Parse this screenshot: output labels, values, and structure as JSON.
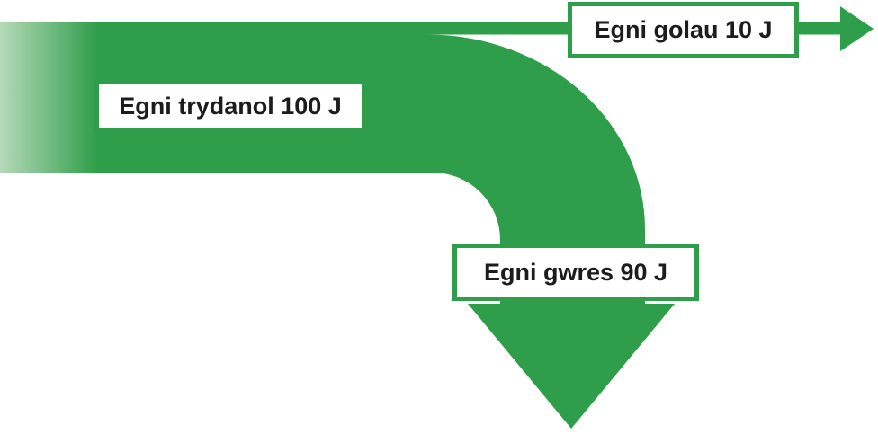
{
  "diagram": {
    "kind": "sankey-energy-transfer-diagram",
    "language": "Welsh",
    "colors": {
      "flow_green": "#2e9e4a",
      "flow_fade_light": "#b6d9b8",
      "label_border": "#2e9e4a",
      "label_background": "#ffffff",
      "label_text": "#1c1c1c",
      "page_background": "#ffffff"
    },
    "icons": {
      "arrow_right_icon": "right-pointing arrowhead (light energy output)",
      "arrow_down_icon": "down-pointing arrowhead (heat energy output)"
    }
  },
  "labels": {
    "input": "Egni trydanol 100 J",
    "light": "Egni golau 10 J",
    "heat": "Egni gwres 90 J"
  },
  "chart_data": {
    "type": "sankey",
    "unit": "J",
    "input": {
      "label": "Egni trydanol",
      "value": 100
    },
    "outputs": [
      {
        "label": "Egni golau",
        "value": 10,
        "direction": "right",
        "arrow": "thin"
      },
      {
        "label": "Egni gwres",
        "value": 90,
        "direction": "down",
        "arrow": "wide"
      }
    ],
    "title": "",
    "legend": "none",
    "grid": false
  }
}
